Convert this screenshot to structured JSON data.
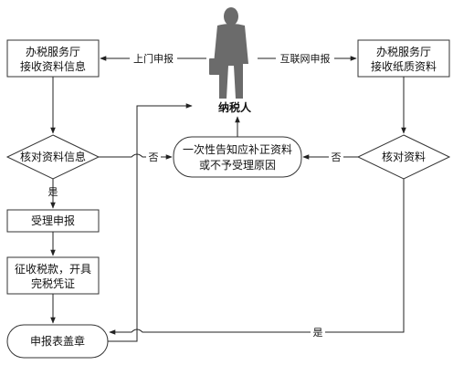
{
  "nodes": {
    "taxpayer": "纳税人",
    "hall_left": [
      "办税服务厅",
      "接收资料信息"
    ],
    "hall_right": [
      "办税服务厅",
      "接收纸质资料"
    ],
    "verify_left": "核对资料信息",
    "notify": [
      "一次性告知应补正资料",
      "或不予受理原因"
    ],
    "verify_right": "核对资料",
    "accept": "受理申报",
    "collect": [
      "征收税款，开具",
      "完税凭证"
    ],
    "stamp": "申报表盖章"
  },
  "edges": {
    "onsite": "上门申报",
    "online": "互联网申报",
    "no_left": "否",
    "no_right": "否",
    "yes_down": "是",
    "yes_bottom": "是"
  },
  "colors": {
    "border": "#333333",
    "fill": "#ffffff",
    "person": "#6b6b6b"
  }
}
